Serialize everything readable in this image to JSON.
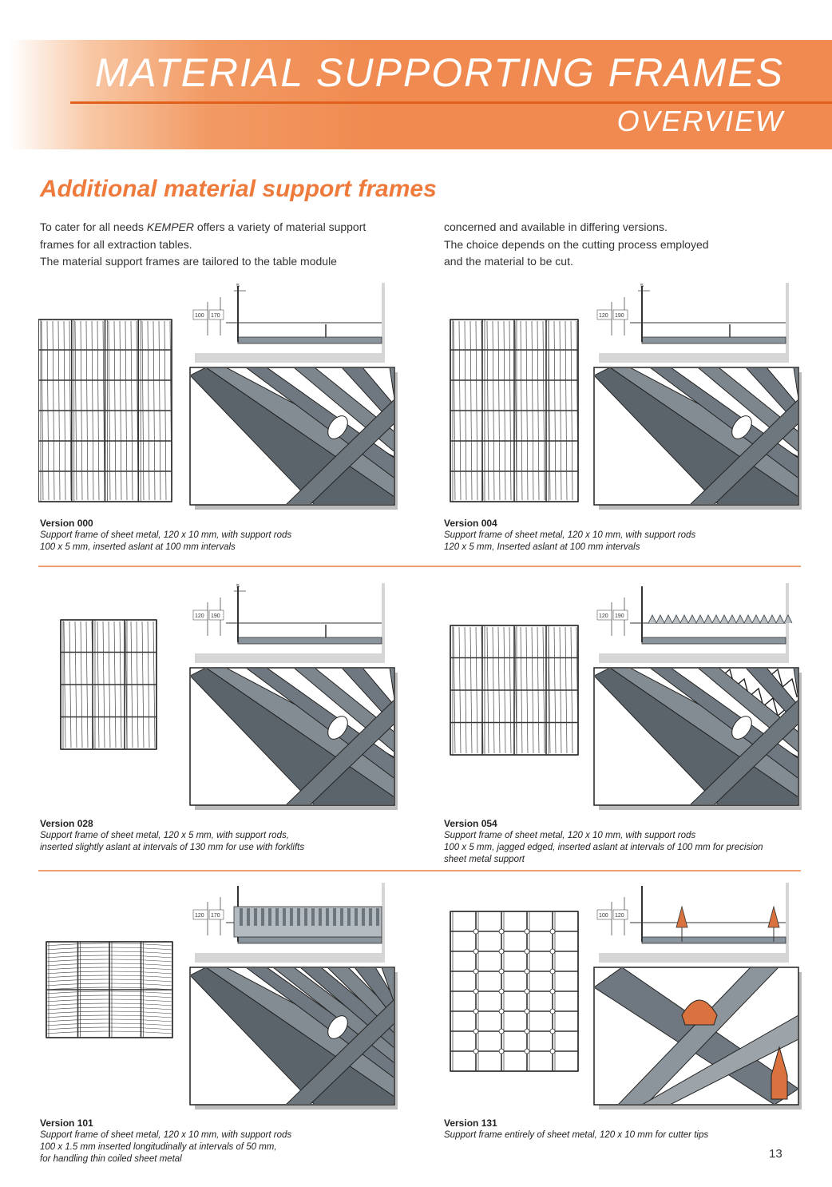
{
  "header": {
    "title": "MATERIAL SUPPORTING FRAMES",
    "subtitle": "OVERVIEW"
  },
  "section_heading": "Additional material support frames",
  "intro": {
    "left": {
      "line1_a": "To cater for all needs ",
      "line1_brand": "KEMPER",
      "line1_b": " offers a variety of material support",
      "line2": "frames for all extraction tables.",
      "line3": "The material support frames are tailored to the table module"
    },
    "right": {
      "line1": "concerned and available in differing versions.",
      "line2": "The choice depends on the cutting process employed",
      "line3": "and the material to be cut."
    }
  },
  "versions": [
    {
      "title": "Version 000",
      "desc": [
        "Support frame of sheet metal, 120 x 10 mm, with support rods",
        "100 x 5 mm, inserted aslant at 100 mm intervals"
      ],
      "dims": [
        "100",
        "170"
      ],
      "dim_top": "5"
    },
    {
      "title": "Version 004",
      "desc": [
        "Support frame of sheet metal, 120 x 10 mm, with support rods",
        "120 x 5 mm, Inserted aslant at 100 mm intervals"
      ],
      "dims": [
        "120",
        "190"
      ],
      "dim_top": "5"
    },
    {
      "title": "Version 028",
      "desc": [
        "Support frame of sheet metal, 120 x 5 mm, with support rods,",
        "inserted slightly aslant at intervals of 130 mm for use with forklifts"
      ],
      "dims": [
        "120",
        "190"
      ],
      "dim_top": "5"
    },
    {
      "title": "Version 054",
      "desc": [
        "Support frame of sheet metal, 120 x 10 mm, with support rods",
        "100 x 5 mm, jagged edged, inserted aslant at intervals of 100 mm for precision",
        "sheet metal support"
      ],
      "dims": [
        "120",
        "190"
      ]
    },
    {
      "title": "Version 101",
      "desc": [
        "Support frame of sheet metal, 120 x 10 mm, with support rods",
        "100 x 1.5 mm inserted longitudinally at intervals of 50 mm,",
        "for handling thin coiled sheet metal"
      ],
      "dims": [
        "120",
        "170"
      ]
    },
    {
      "title": "Version 131",
      "desc": [
        "Support frame entirely of sheet metal, 120 x 10 mm for cutter tips"
      ],
      "dims": [
        "100",
        "120"
      ]
    }
  ],
  "page_number": "13",
  "colors": {
    "accent": "#ee7a3c",
    "banner": "#f08a50",
    "divider": "#f0a070",
    "steel": "#6f7880",
    "cutter_tip": "#d9723e"
  }
}
